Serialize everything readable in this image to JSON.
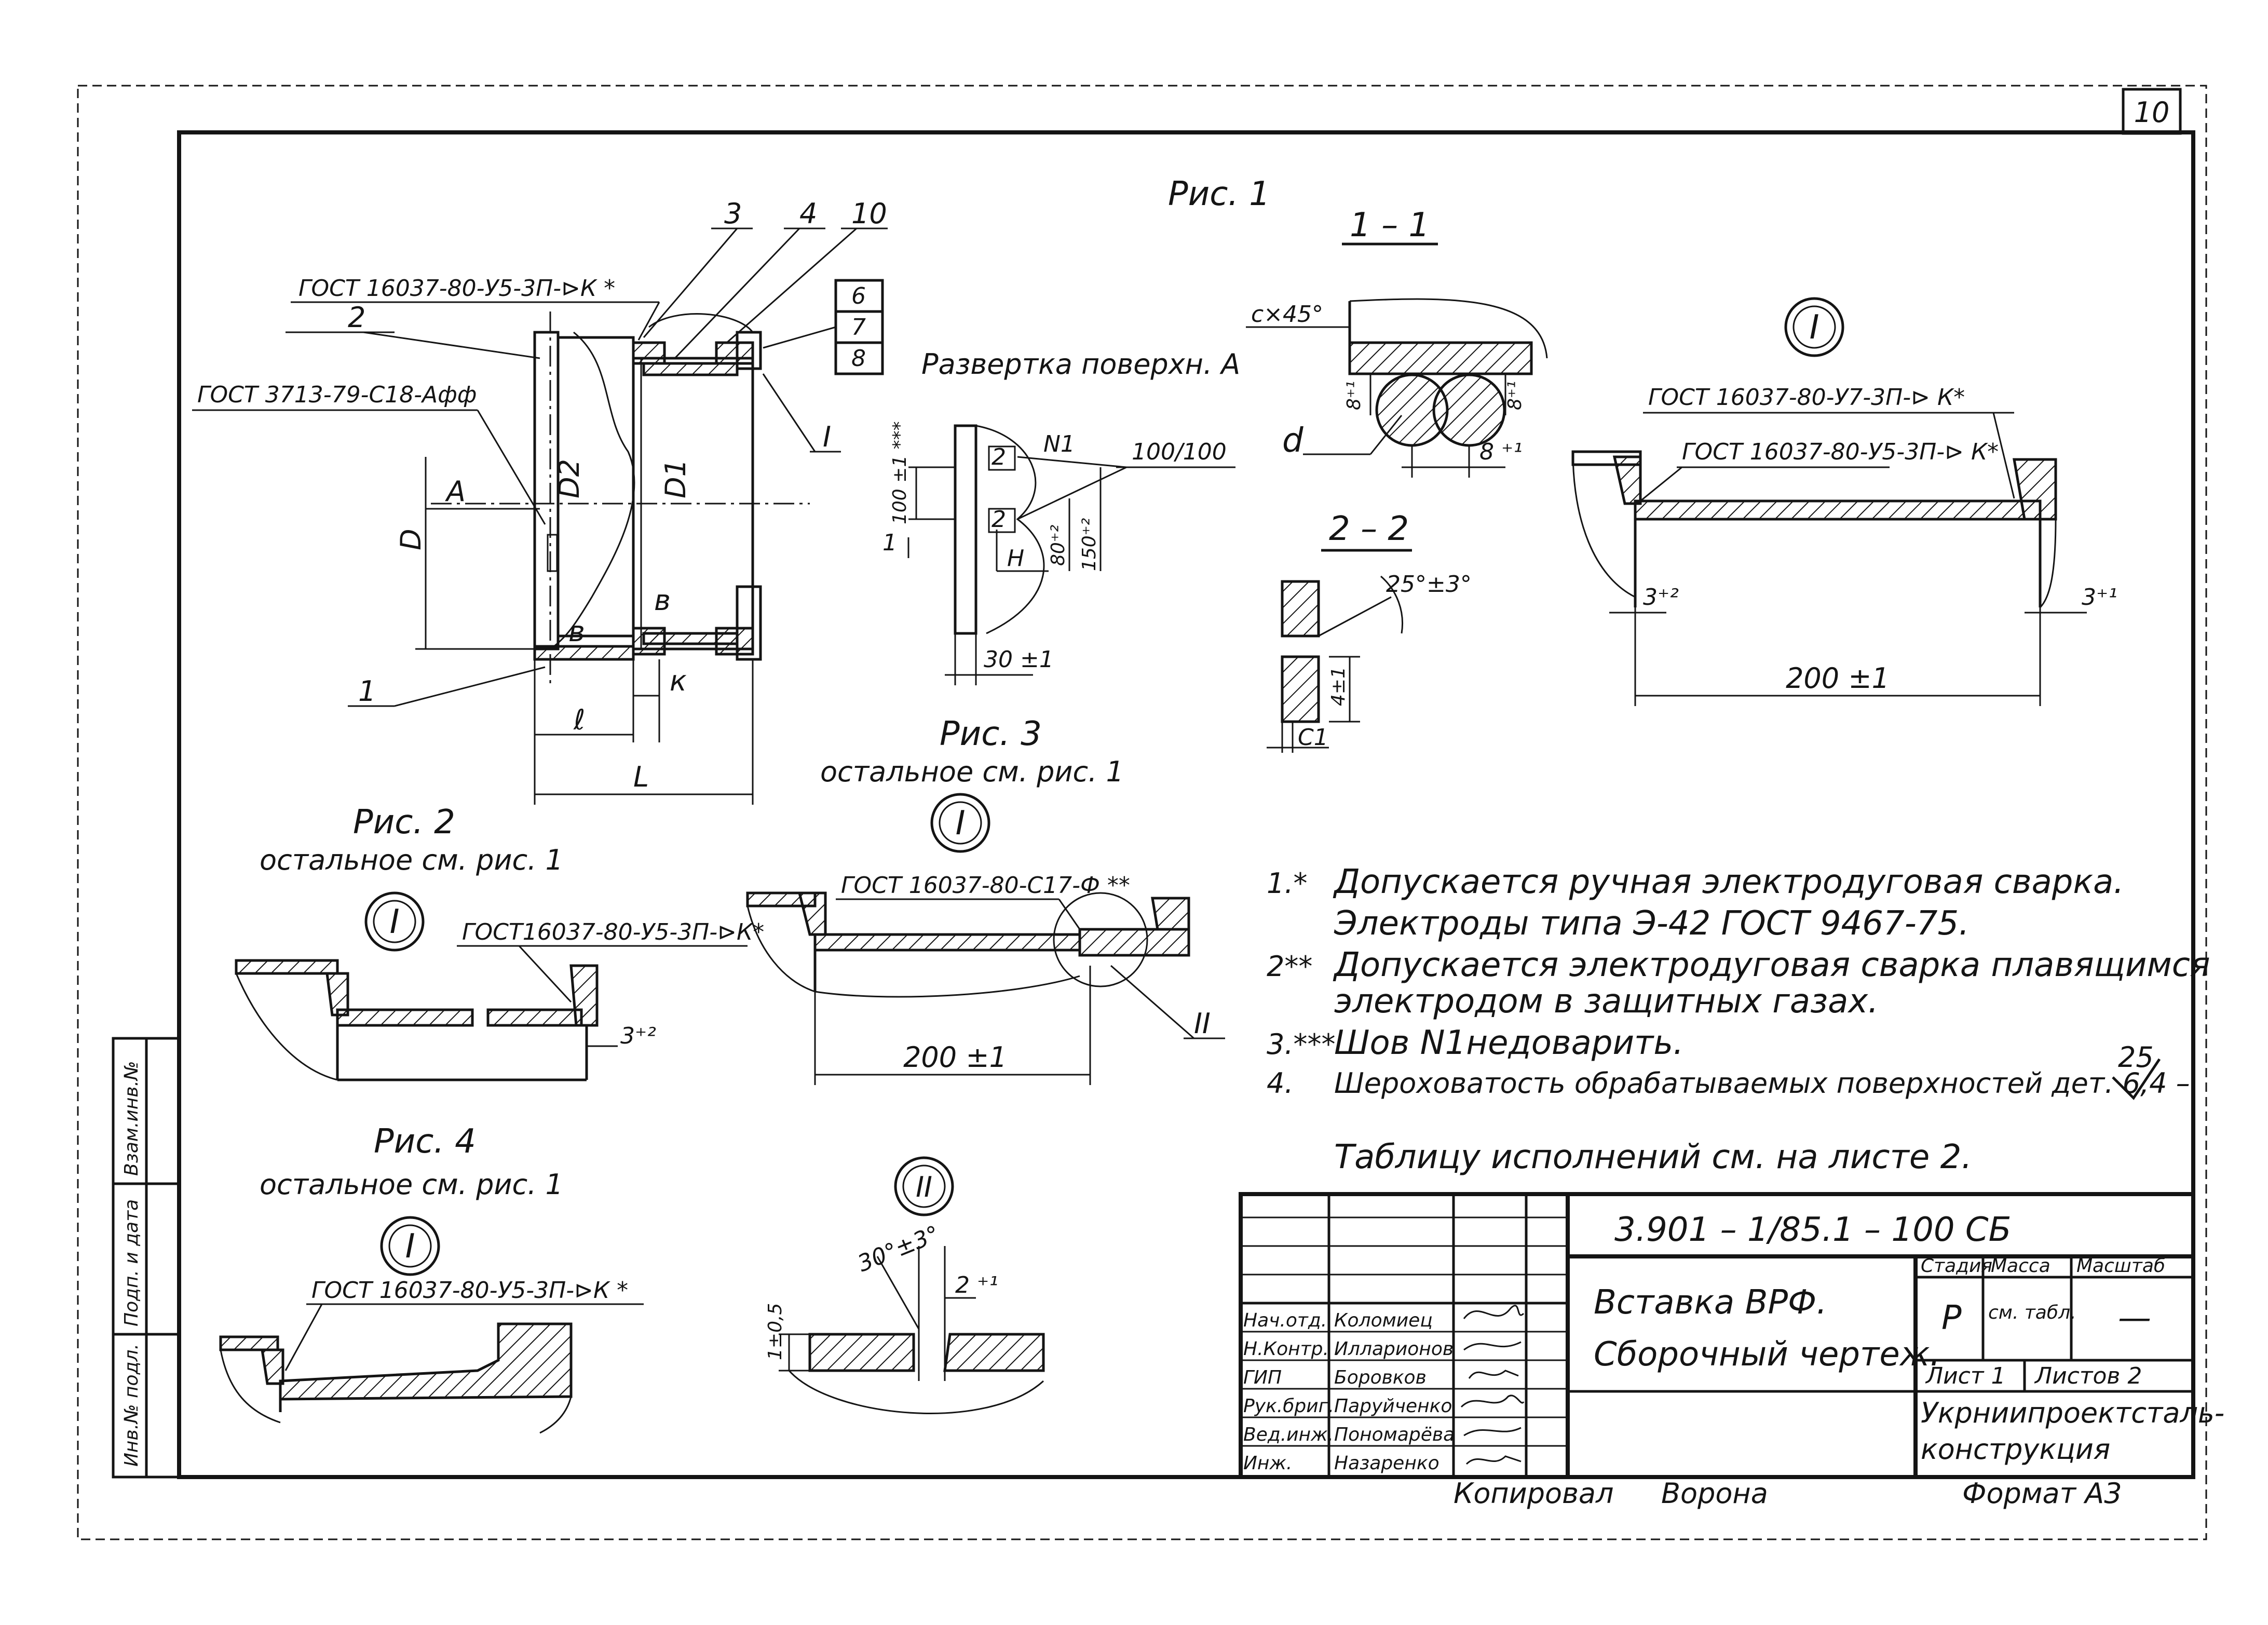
{
  "sheet_number": "10",
  "fig1": {
    "title": "Рис. 1",
    "callout_3": "3",
    "callout_4": "4",
    "callout_10": "10",
    "callout_2": "2",
    "callout_1": "1",
    "callout_6": "6",
    "callout_7": "7",
    "callout_8": "8",
    "weld_note_top": "ГОСТ 16037-80-У5-3П-⊳К *",
    "weld_note_left": "ГОСТ 3713-79-С18-Афф",
    "label_A": "А",
    "label_D": "D",
    "label_D2": "D2",
    "label_D1": "D1",
    "label_b1": "в",
    "label_b2": "в",
    "label_I": "I",
    "label_k": "к",
    "dim_l": "ℓ",
    "dim_L": "L"
  },
  "razvertka": {
    "title": "Развертка поверхн. А",
    "n1": "N1",
    "ratio": "100/100",
    "d100": "100 ±1 ***",
    "d1": "1",
    "d2a": "2",
    "d2b": "2",
    "dH": "H",
    "d80": "80⁺²",
    "d150": "150⁺²",
    "d30": "30 ±1"
  },
  "sec11": {
    "title": "1 – 1",
    "chamfer": "c×45°",
    "d8a": "8⁺¹",
    "d8b": "8⁺¹",
    "d8c": "8 ⁺¹",
    "d_label": "d"
  },
  "sec22": {
    "title": "2 – 2",
    "angle": "25°±3°",
    "d4": "4±1",
    "c1": "C1"
  },
  "detail1_top": {
    "circle": "I",
    "weld_a": "ГОСТ 16037-80-У7-3П-⊳ К*",
    "weld_b": "ГОСТ 16037-80-У5-3П-⊳ К*",
    "d3a": "3⁺²",
    "d3b": "3⁺¹",
    "d200": "200 ±1"
  },
  "fig2": {
    "title": "Рис. 2",
    "subtitle": "остальное см. рис. 1",
    "circle": "I",
    "weld": "ГОСТ16037-80-У5-3П-⊳К*",
    "d3": "3⁺²"
  },
  "fig3": {
    "title": "Рис. 3",
    "subtitle": "остальное см. рис. 1",
    "circle": "I",
    "weld": "ГОСТ 16037-80-С17-Ф **",
    "label_II": "II",
    "d200": "200 ±1"
  },
  "fig4": {
    "title": "Рис. 4",
    "subtitle": "остальное см. рис. 1",
    "circle": "I",
    "weld": "ГОСТ 16037-80-У5-3П-⊳К *"
  },
  "detail2": {
    "circle": "II",
    "angle": "30°±3°",
    "d2": "2 ⁺¹",
    "d1": "1±0,5"
  },
  "notes": [
    {
      "num": "1.*",
      "text": "Допускается ручная электродуговая сварка."
    },
    {
      "num": "",
      "text": "Электроды типа Э-42  ГОСТ 9467-75."
    },
    {
      "num": "2**",
      "text": "Допускается электродуговая сварка  плавящимся"
    },
    {
      "num": "",
      "text": "электродом в защитных  газах."
    },
    {
      "num": "3.***",
      "text": "Шов  N1недоварить."
    },
    {
      "num": "4.",
      "text": "Шероховатость обрабатываемых поверхностей дет. 6,4 –"
    }
  ],
  "roughness": "25",
  "table_ref": "Таблицу  исполнений  см.  на листе  2.",
  "title_block": {
    "doc_code": "3.901 – 1/85.1 – 100 СБ",
    "name1": "Вставка  ВРФ.",
    "name2": "Сборочный  чертеж.",
    "stage_h": "Стадия",
    "mass_h": "Масса",
    "scale_h": "Масштаб",
    "stage": "Р",
    "mass": "см. табл.",
    "scale": "—",
    "sheet": "Лист 1",
    "sheets": "Листов  2",
    "org1": "Укрниипроектсталь-",
    "org2": "конструкция",
    "roles": [
      {
        "role": "Нач.отд.",
        "name": "Коломиец"
      },
      {
        "role": "Н.Контр.",
        "name": "Илларионов"
      },
      {
        "role": "ГИП",
        "name": "Боровков"
      },
      {
        "role": "Рук.бриг.",
        "name": "Паруйченко"
      },
      {
        "role": "Вед.инж.",
        "name": "Пономарёва"
      },
      {
        "role": "Инж.",
        "name": "Назаренко"
      }
    ],
    "copied_label": "Копировал",
    "copied_name": "Ворона",
    "format": "Формат  А3"
  },
  "side_stamp": [
    "Инв.№ подл.",
    "Подп. и дата",
    "Взам.инв.№"
  ]
}
